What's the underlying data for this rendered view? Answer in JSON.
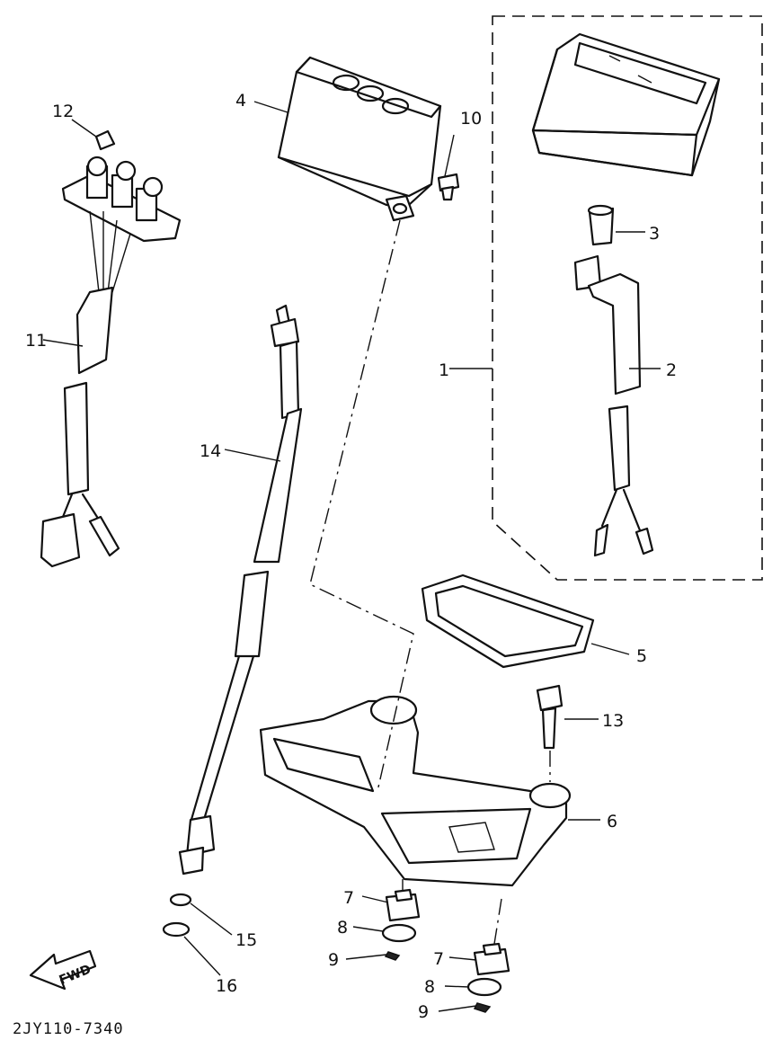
{
  "diagram_code": "2JY110-7340",
  "fwd_label": "FWD",
  "callouts": {
    "c1": "1",
    "c2": "2",
    "c3": "3",
    "c4": "4",
    "c5": "5",
    "c6": "6",
    "c7a": "7",
    "c7b": "7",
    "c8a": "8",
    "c8b": "8",
    "c9a": "9",
    "c9b": "9",
    "c10": "10",
    "c11": "11",
    "c12": "12",
    "c13": "13",
    "c14": "14",
    "c15": "15",
    "c16": "16"
  }
}
